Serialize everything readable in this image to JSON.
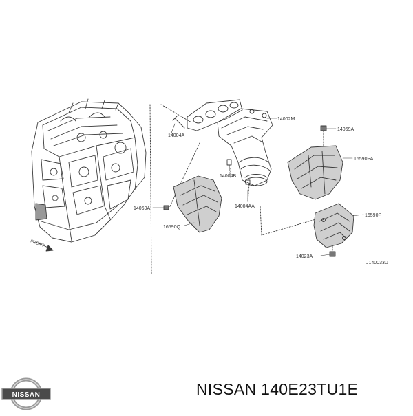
{
  "diagram": {
    "callouts": {
      "c14002M": "14002M",
      "c14004A": "14004A",
      "c14004B": "14004B",
      "c14004AA": "14004AA",
      "c14069A_top": "14069A",
      "c16590PA": "16590PA",
      "c14069A_left": "14069A",
      "c16590Q": "16590Q",
      "c16590P": "16590P",
      "c14023A": "14023A"
    },
    "front_label": "FRONT",
    "drawing_code": "J140033U"
  },
  "brand": {
    "logo_text": "NISSAN",
    "part_label": "NISSAN 140E23TU1E"
  },
  "colors": {
    "line": "#3a3a3a",
    "shield_fill": "#cfcfcf",
    "logo_ring": "#9a9a9a",
    "logo_band": "#4a4a4a"
  }
}
